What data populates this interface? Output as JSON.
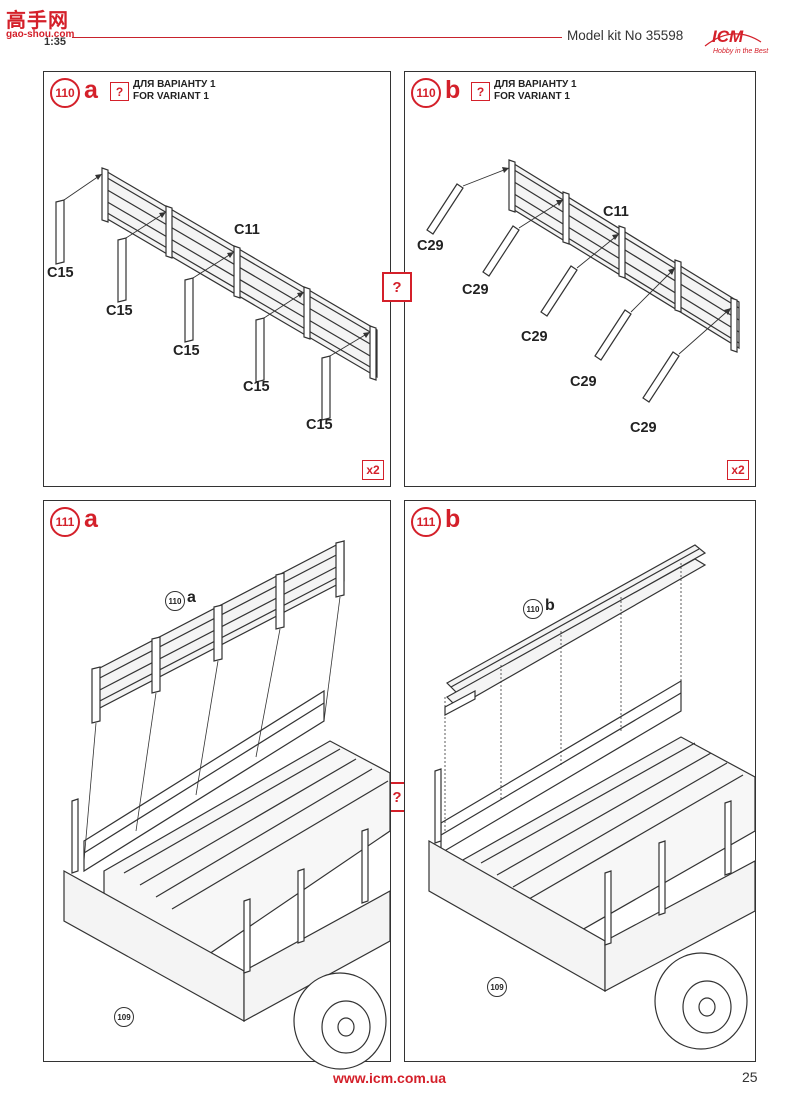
{
  "header": {
    "watermark_chars": "高手网",
    "watermark_url": "gao-shou.com",
    "scale": "1:35",
    "model_kit": "Model kit No 35598",
    "logo_text": "ICM",
    "logo_tagline": "Hobby in the Best"
  },
  "panels": [
    {
      "step": "110",
      "letter": "a",
      "question_mark": "?",
      "variant_ua": "ДЛЯ ВАРІАНТУ 1",
      "variant_en": "FOR VARIANT 1",
      "part_main": "C11",
      "part_items": [
        "C15",
        "C15",
        "C15",
        "C15",
        "C15"
      ],
      "multiplier": "x2"
    },
    {
      "step": "110",
      "letter": "b",
      "question_mark": "?",
      "variant_ua": "ДЛЯ ВАРІАНТУ 1",
      "variant_en": "FOR VARIANT 1",
      "part_main": "C11",
      "part_items": [
        "C29",
        "C29",
        "C29",
        "C29",
        "C29"
      ],
      "multiplier": "x2"
    },
    {
      "step": "111",
      "letter": "a",
      "ref_step": "110",
      "ref_letter": "a",
      "base_step": "109"
    },
    {
      "step": "111",
      "letter": "b",
      "ref_step": "110",
      "ref_letter": "b",
      "base_step": "109"
    }
  ],
  "separators": [
    "?",
    "?"
  ],
  "footer": {
    "url": "www.icm.com.ua",
    "page": "25"
  },
  "colors": {
    "accent": "#d4202a",
    "line": "#333333"
  }
}
